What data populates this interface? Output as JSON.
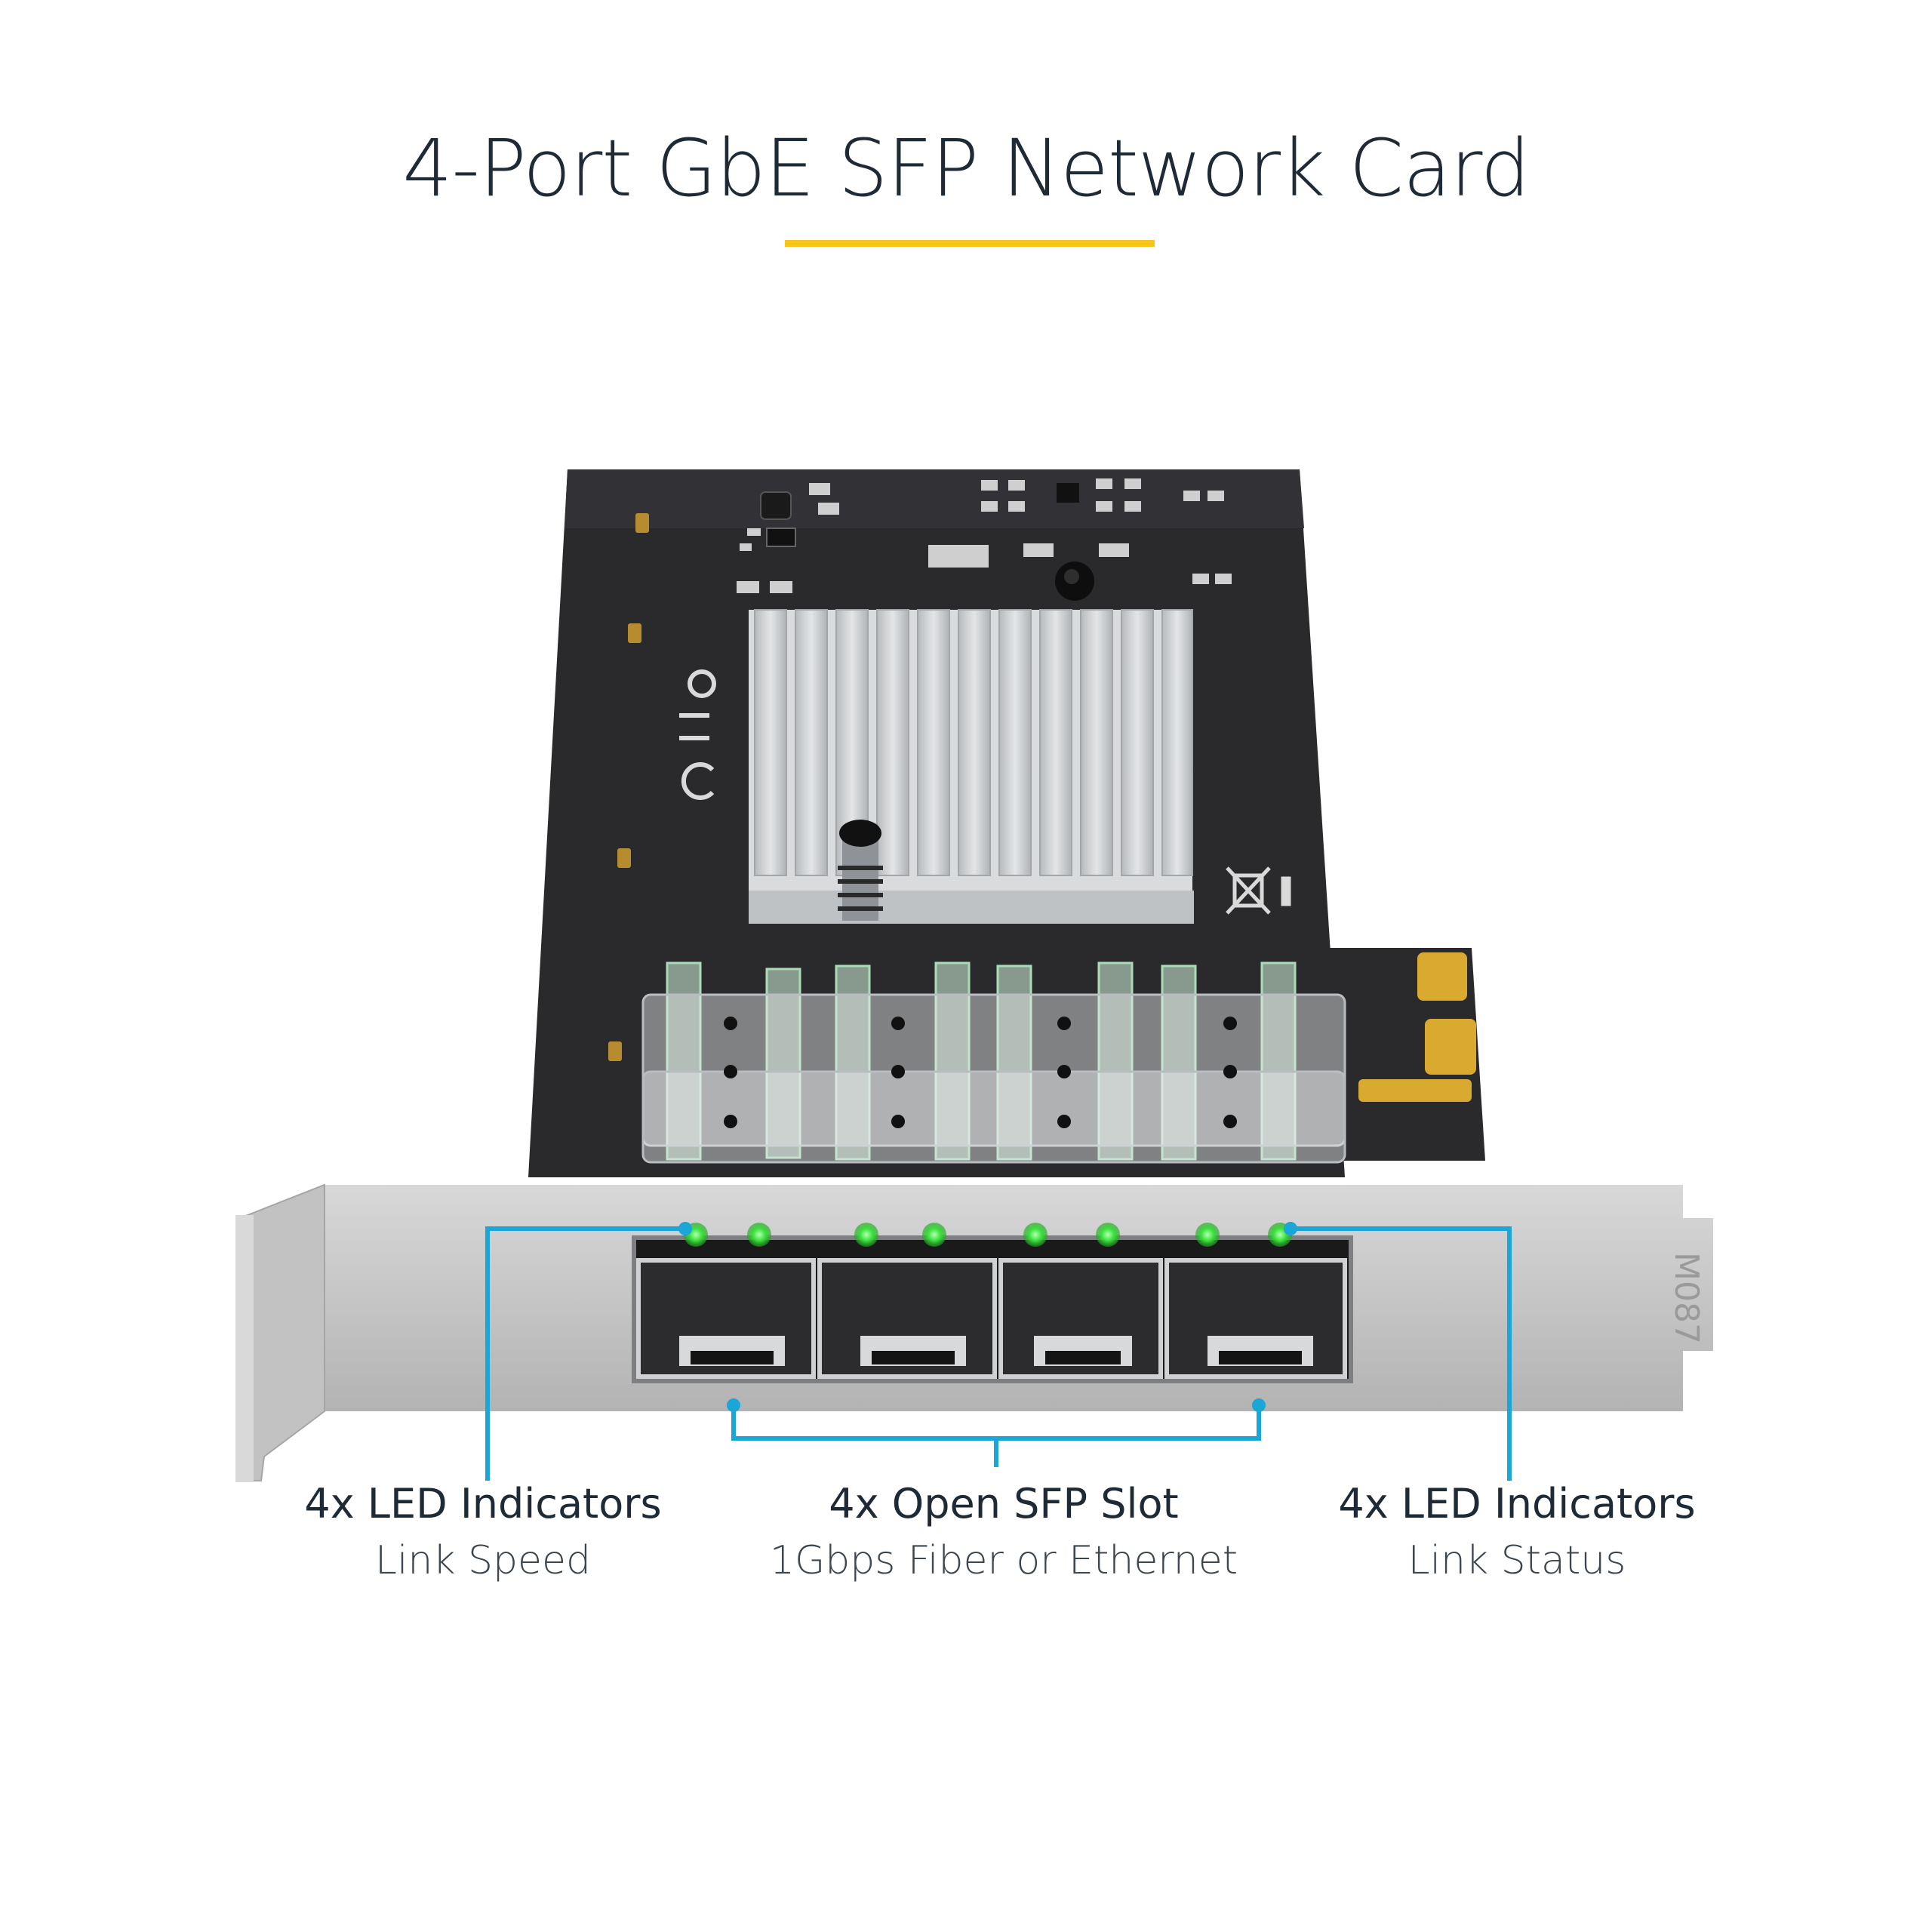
{
  "title": "4-Port GbE SFP Network Card",
  "colors": {
    "accent_underline": "#f5c518",
    "callout_line": "#1aa6d6",
    "led_green": "#3be33b",
    "pcb": "#2b2b2e",
    "heatsink": "#c9cbcd",
    "bracket": "#c4c4c4",
    "gold_contacts": "#d9a930"
  },
  "callouts": {
    "left": {
      "heading": "4x LED Indicators",
      "subheading": "Link Speed"
    },
    "middle": {
      "heading": "4x Open SFP Slot",
      "subheading": "1Gbps Fiber or Ethernet"
    },
    "right": {
      "heading": "4x LED Indicators",
      "subheading": "Link Status"
    }
  },
  "product": {
    "name": "pcie-sfp-network-card",
    "sfp_ports": 4,
    "leds": 8,
    "bracket_marking": "M087"
  }
}
